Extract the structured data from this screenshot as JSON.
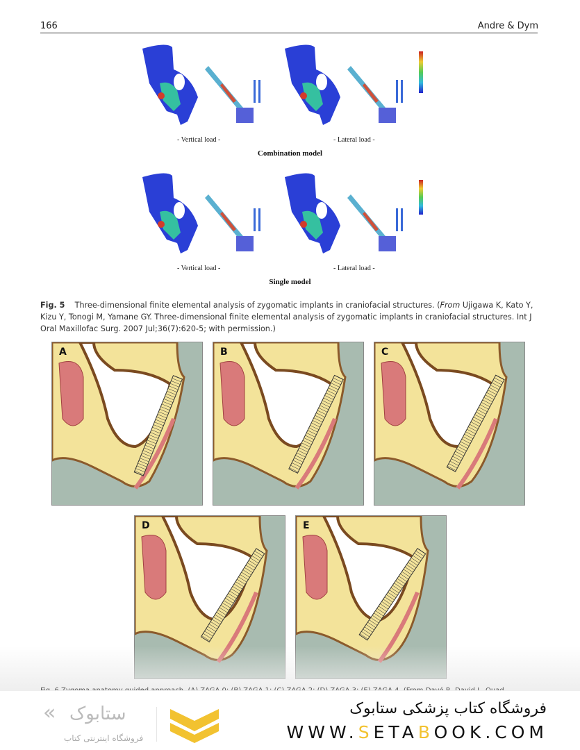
{
  "header": {
    "page_number": "166",
    "running_title": "Andre & Dym"
  },
  "fig5": {
    "rows": [
      {
        "left_label": "- Vertical load -",
        "right_label": "- Lateral load -",
        "model": "Combination model"
      },
      {
        "left_label": "- Vertical load -",
        "right_label": "- Lateral load -",
        "model": "Single model"
      }
    ],
    "caption_label": "Fig. 5",
    "caption_text": "Three-dimensional finite elemental analysis of zygomatic implants in craniofacial structures.",
    "caption_from": "From",
    "caption_source": " Ujigawa K, Kato Y, Kizu Y, Tonogi M, Yamane GY. Three-dimensional finite elemental analysis of zygomatic implants in craniofacial structures. Int J Oral Maxillofac Surg. 2007 Jul;36(7):620-5; with permission.)"
  },
  "fig6": {
    "panels": [
      "A",
      "B",
      "C",
      "D",
      "E"
    ],
    "caption_partial": "Fig. 6   Zygoma anatomy guided approach. (A) ZAGA 0; (B) ZAGA 1; (C) ZAGA 2; (D) ZAGA 3; (E) ZAGA 4. (From Davó R, David L. Quad"
  },
  "banner": {
    "store_name": "فروشگاه کتاب پزشکی ستابوک",
    "url_pre": "WWW.",
    "url_s": "S",
    "url_mid": "ETA",
    "url_b": "B",
    "url_post": "OOK.COM",
    "logo_text": "ستابوک",
    "logo_sub": "فروشگاه اینترنتی کتاب",
    "accent": "#f2c230"
  }
}
